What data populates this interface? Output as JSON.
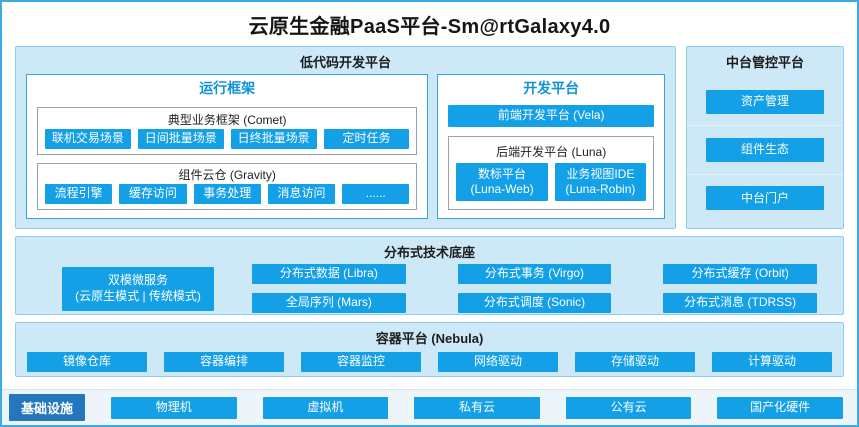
{
  "colors": {
    "accent_blue": "#14A0E6",
    "panel_light_blue": "#CDE9F8",
    "panel_title_blue": "#1092DA",
    "infra_label_dark_blue": "#2577BD",
    "outer_border_blue": "#3FA9E1"
  },
  "title": "云原生金融PaaS平台-Sm@rtGalaxy4.0",
  "lowcode_platform": {
    "title": "低代码开发平台",
    "runtime_framework": {
      "title": "运行框架",
      "comet": {
        "title": "典型业务框架 (Comet)",
        "items": [
          "联机交易场景",
          "日间批量场景",
          "日终批量场景",
          "定时任务"
        ]
      },
      "gravity": {
        "title": "组件云仓 (Gravity)",
        "items": [
          "流程引擎",
          "缓存访问",
          "事务处理",
          "消息访问",
          "......"
        ]
      }
    },
    "dev_platform": {
      "title": "开发平台",
      "vela": "前端开发平台 (Vela)",
      "luna": {
        "title": "后端开发平台 (Luna)",
        "items": [
          "数标平台\n(Luna-Web)",
          "业务视图IDE\n(Luna-Robin)"
        ]
      }
    }
  },
  "midplatform": {
    "title": "中台管控平台",
    "items": [
      "资产管理",
      "组件生态",
      "中台门户"
    ]
  },
  "distributed_base": {
    "title": "分布式技术底座",
    "dual_mode": "双模微服务\n(云原生模式 | 传统模式)",
    "row1": [
      "分布式数据 (Libra)",
      "分布式事务 (Virgo)",
      "分布式缓存 (Orbit)"
    ],
    "row2": [
      "全局序列 (Mars)",
      "分布式调度 (Sonic)",
      "分布式消息 (TDRSS)"
    ]
  },
  "container_platform": {
    "title": "容器平台 (Nebula)",
    "items": [
      "镜像仓库",
      "容器编排",
      "容器监控",
      "网络驱动",
      "存储驱动",
      "计算驱动"
    ]
  },
  "infrastructure": {
    "title": "基础设施",
    "items": [
      "物理机",
      "虚拟机",
      "私有云",
      "公有云",
      "国产化硬件"
    ]
  }
}
